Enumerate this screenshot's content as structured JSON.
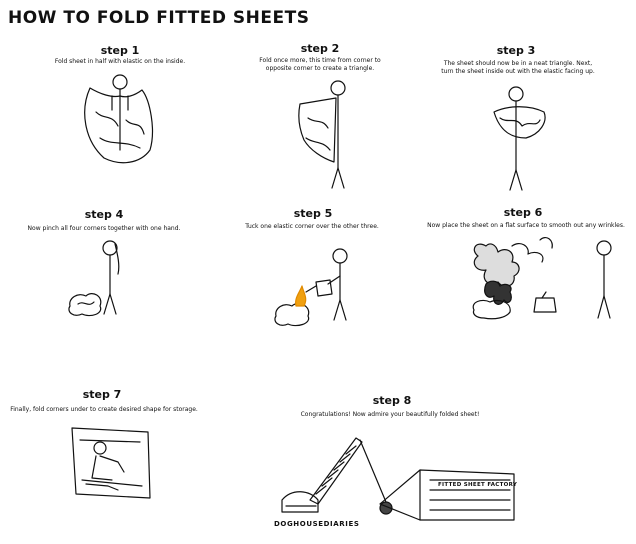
{
  "title": "HOW TO FOLD FITTED SHEETS",
  "steps": [
    {
      "label": "step 1",
      "text": "Fold sheet in half with elastic on the inside."
    },
    {
      "label": "step 2",
      "text": "Fold once more, this time from corner to opposite corner to create a triangle."
    },
    {
      "label": "step 3",
      "text": "The sheet should now be in a neat triangle. Next, turn the sheet inside out with the elastic facing up."
    },
    {
      "label": "step 4",
      "text": "Now pinch all four corners together with one hand."
    },
    {
      "label": "step 5",
      "text": "Tuck one elastic corner over the other three."
    },
    {
      "label": "step 6",
      "text": "Now place the sheet on a flat surface to smooth out any wrinkles."
    },
    {
      "label": "step 7",
      "text": "Finally, fold corners under to create desired shape for storage."
    },
    {
      "label": "step 8",
      "text": "Congratulations! Now admire your beautifully folded sheet!"
    }
  ],
  "factory_sign": "FITTED SHEET FACTORY",
  "credit": "DOGHOUSEDIARIES"
}
